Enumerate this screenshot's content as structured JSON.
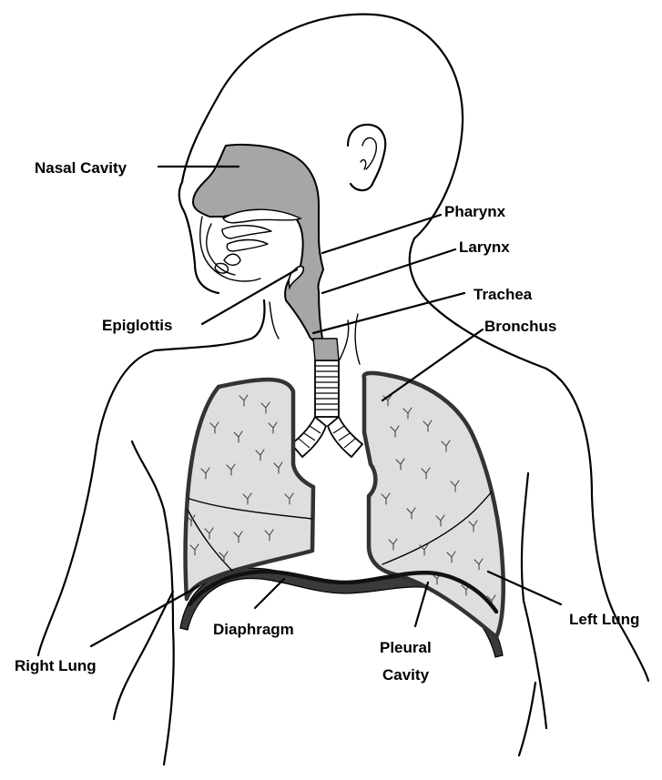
{
  "diagram": {
    "colors": {
      "outline": "#000000",
      "airway_fill": "#a6a6a6",
      "lung_fill": "#dedede",
      "lung_border": "#333333",
      "pleural_fill": "#3a3a3a",
      "diaphragm": "#111111"
    },
    "labels": {
      "nasal_cavity": "Nasal Cavity",
      "pharynx": "Pharynx",
      "larynx": "Larynx",
      "trachea": "Trachea",
      "epiglottis": "Epiglottis",
      "bronchus": "Bronchus",
      "right_lung": "Right Lung",
      "diaphragm": "Diaphragm",
      "pleural_cavity_line1": "Pleural",
      "pleural_cavity_line2": "Cavity",
      "left_lung": "Left Lung"
    }
  }
}
